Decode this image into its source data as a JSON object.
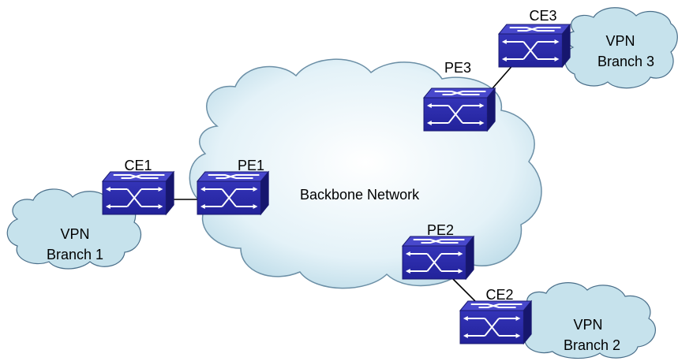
{
  "diagram": {
    "backbone": {
      "label": "Backbone Network"
    },
    "branches": [
      {
        "id": "branch1",
        "line1": "VPN",
        "line2": "Branch 1"
      },
      {
        "id": "branch2",
        "line1": "VPN",
        "line2": "Branch 2"
      },
      {
        "id": "branch3",
        "line1": "VPN",
        "line2": "Branch 3"
      }
    ],
    "devices": [
      {
        "id": "ce1",
        "label": "CE1"
      },
      {
        "id": "pe1",
        "label": "PE1"
      },
      {
        "id": "pe2",
        "label": "PE2"
      },
      {
        "id": "ce2",
        "label": "CE2"
      },
      {
        "id": "pe3",
        "label": "PE3"
      },
      {
        "id": "ce3",
        "label": "CE3"
      }
    ],
    "links": [
      {
        "from": "CE1",
        "to": "PE1"
      },
      {
        "from": "PE2",
        "to": "CE2"
      },
      {
        "from": "PE3",
        "to": "CE3"
      }
    ],
    "colors": {
      "cloud_fill": "#c9e4ee",
      "cloud_stroke": "#4a6f8a",
      "switch_front": "#2a2aa6",
      "switch_top": "#3b3bc0",
      "switch_side": "#16166e",
      "arrow": "#ffffff",
      "link": "#000000"
    }
  }
}
